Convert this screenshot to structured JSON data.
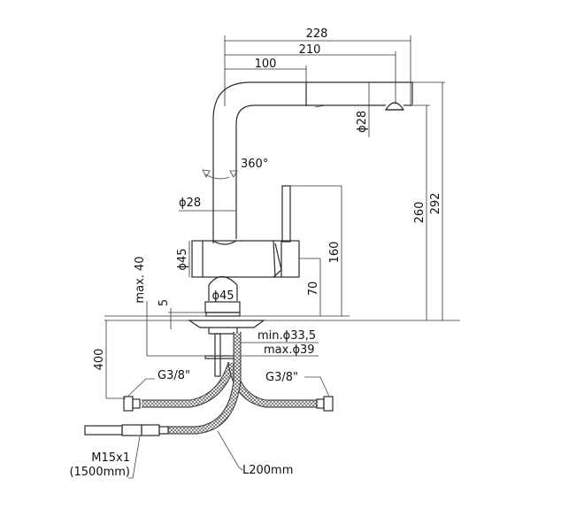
{
  "drawing": {
    "title": "Kitchen mixer tap dimensional drawing",
    "dimensions": {
      "reach_total": "228",
      "reach_outlet": "210",
      "reach_mid": "100",
      "spout_diameter": "ϕ28",
      "rotation": "360°",
      "body_tube_diameter": "ϕ28",
      "body_diameter": "ϕ45",
      "base_diameter": "ϕ45",
      "height_total": "292",
      "height_outlet": "260",
      "lever_height": "160",
      "lever_axis_height": "70",
      "max_deck_thickness": "max. 40",
      "base_gap": "5",
      "hole_min": "min.ϕ33,5",
      "hole_max": "max.ϕ39",
      "hose_depth": "400",
      "connection_left": "G3/8\"",
      "connection_right": "G3/8\"",
      "pullout_thread": "M15x1",
      "pullout_length": "(1500mm)",
      "hose_length": "L200mm"
    }
  }
}
